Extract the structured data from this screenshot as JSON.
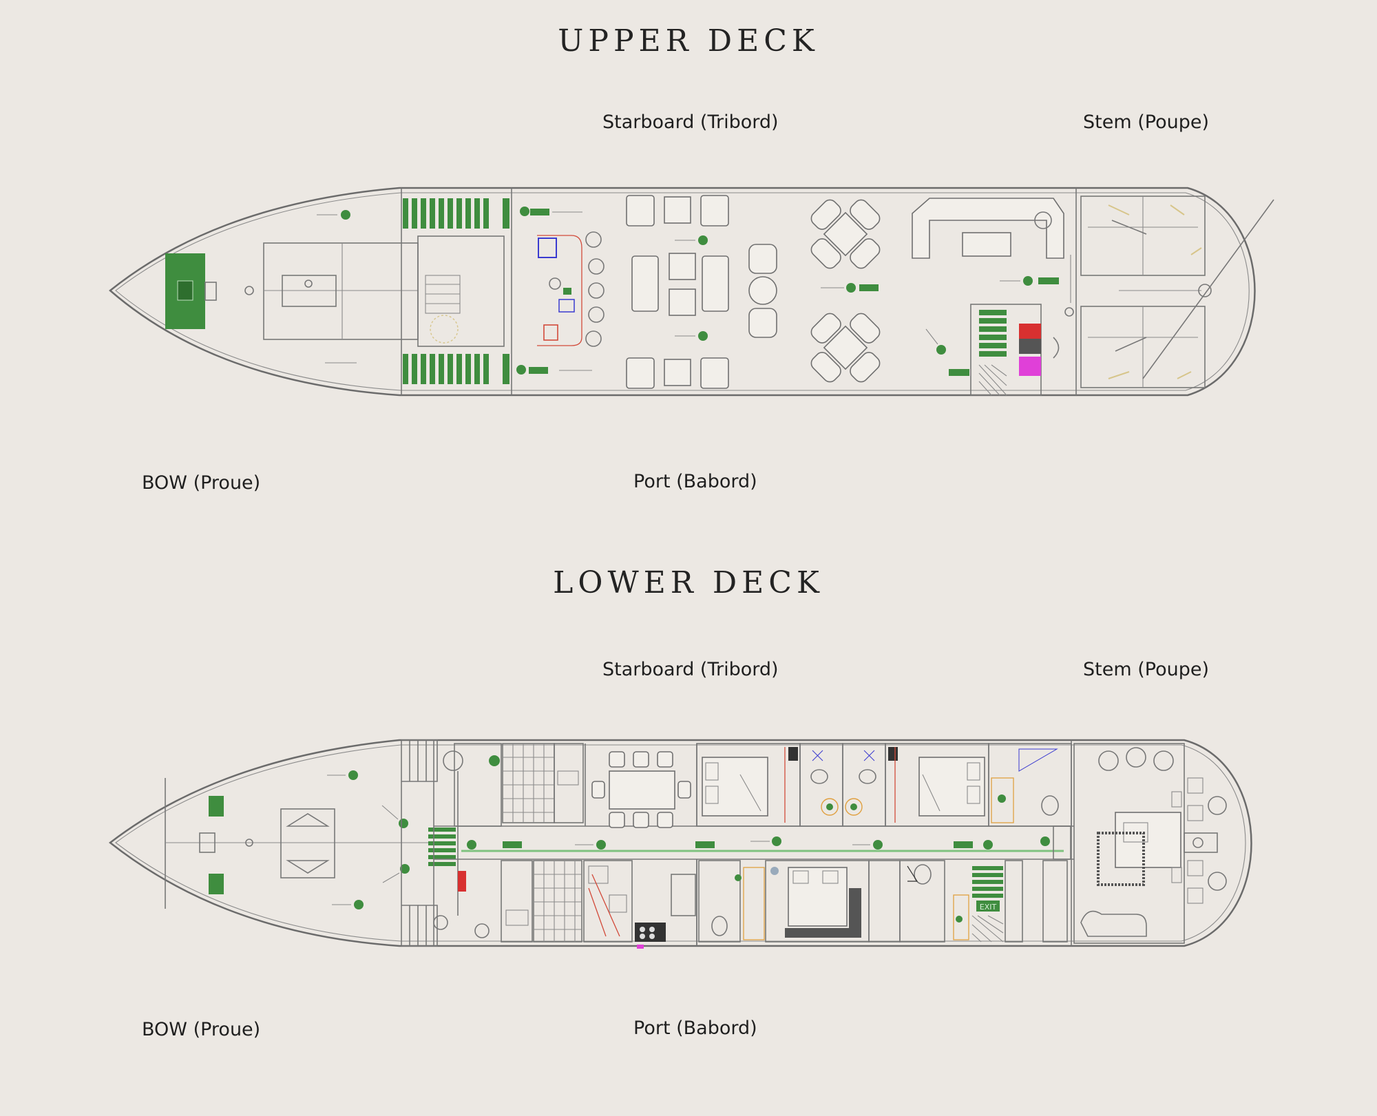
{
  "upper_deck": {
    "title": "UPPER DECK",
    "starboard_label": "Starboard (Tribord)",
    "stem_label": "Stem (Poupe)",
    "bow_label": "BOW (Proue)",
    "port_label": "Port (Babord)"
  },
  "lower_deck": {
    "title": "LOWER DECK",
    "starboard_label": "Starboard (Tribord)",
    "stem_label": "Stem (Poupe)",
    "bow_label": "BOW (Proue)",
    "port_label": "Port (Babord)",
    "exit_sign": "EXIT"
  },
  "colors": {
    "background": "#ece8e3",
    "safety_green": "#3f8d3f",
    "line_gray": "#6b6b6b",
    "accent_red": "#d83030",
    "accent_magenta": "#e040d8"
  }
}
